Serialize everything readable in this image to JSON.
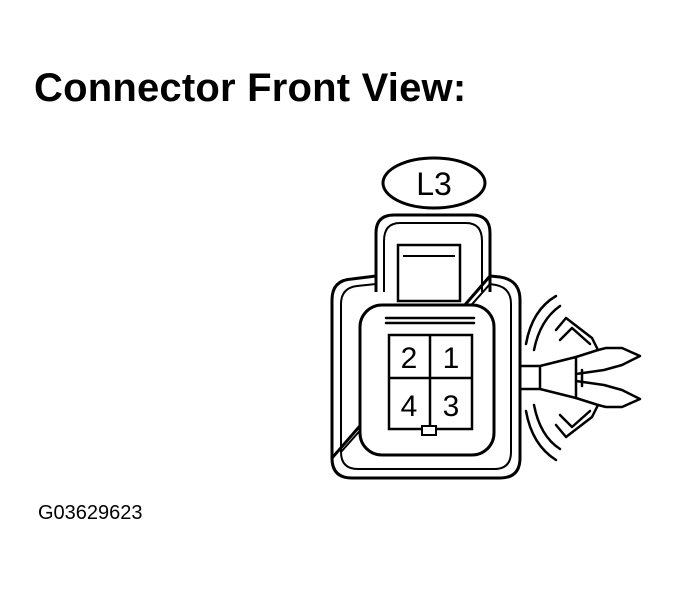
{
  "title": "Connector Front View:",
  "connector": {
    "tag": "L3",
    "pins": [
      {
        "number": "2"
      },
      {
        "number": "1"
      },
      {
        "number": "4"
      },
      {
        "number": "3"
      }
    ]
  },
  "figure_code": "G03629623"
}
